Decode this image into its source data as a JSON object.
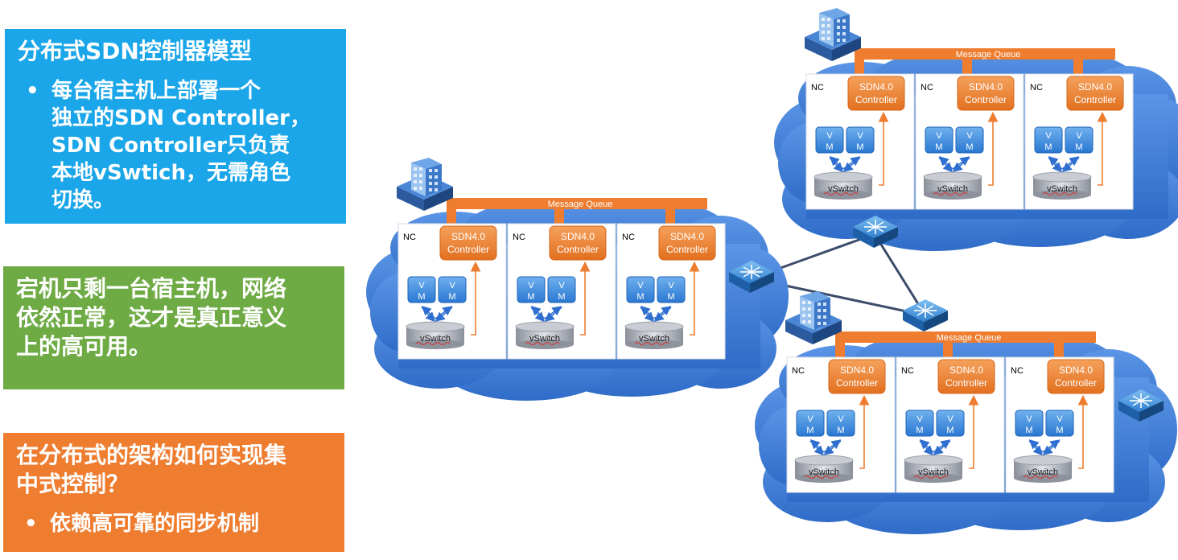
{
  "panel1": {
    "title": "分布式SDN控制器模型",
    "bullet": "每台宿主机上部署一个独立的SDN Controller，SDN Controller只负责本地vSwtich，无需角色切换。",
    "lines": [
      "每台宿主机上部署一个",
      "独立的SDN Controller，",
      "SDN Controller只负责",
      "本地vSwtich，无需角色",
      "切换。"
    ]
  },
  "panel2": {
    "lines": [
      "宕机只剩一台宿主机，网络",
      "依然正常，这才是真正意义",
      "上的高可用。"
    ]
  },
  "panel3": {
    "lines": [
      "在分布式的架构如何实现集",
      "中式控制？"
    ],
    "bullet": "依赖高可靠的同步机制"
  },
  "diagram": {
    "queue_label": "Message Queue",
    "nc_label": "NC",
    "controller_line1": "SDN4.0",
    "controller_line2": "Controller",
    "vm_line1": "V",
    "vm_line2": "M",
    "vswitch_label": "vSwitch",
    "colors": {
      "cloud": "#3f7fd6",
      "orange": "#ee7d30",
      "vm": "#3a8ce0",
      "line": "#3c4c6a"
    }
  }
}
